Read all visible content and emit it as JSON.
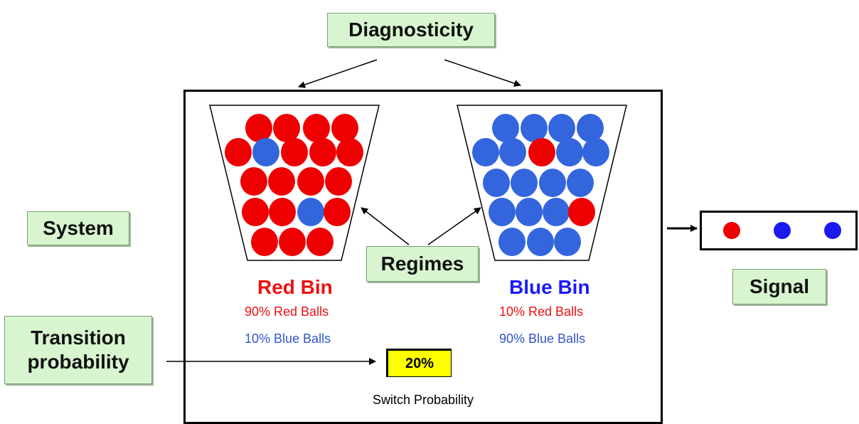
{
  "labels": {
    "diagnosticity": "Diagnosticity",
    "system": "System",
    "regimes": "Regimes",
    "signal": "Signal",
    "transition": "Transition probability"
  },
  "red_bin": {
    "title": "Red Bin",
    "line1": "90% Red Balls",
    "line2": "10% Blue Balls"
  },
  "blue_bin": {
    "title": "Blue Bin",
    "line1": "10% Red Balls",
    "line2": "90% Blue Balls"
  },
  "switch": {
    "value": "20%",
    "label": "Switch Probability"
  },
  "colors": {
    "red": "#ee0000",
    "blue": "#3366dd",
    "blue_text": "#1a1aff",
    "red_text": "#ee1111",
    "box_fill": "#d8f5d0",
    "switch_fill": "#ffff00"
  },
  "signal_balls": [
    "red",
    "blue",
    "blue"
  ]
}
